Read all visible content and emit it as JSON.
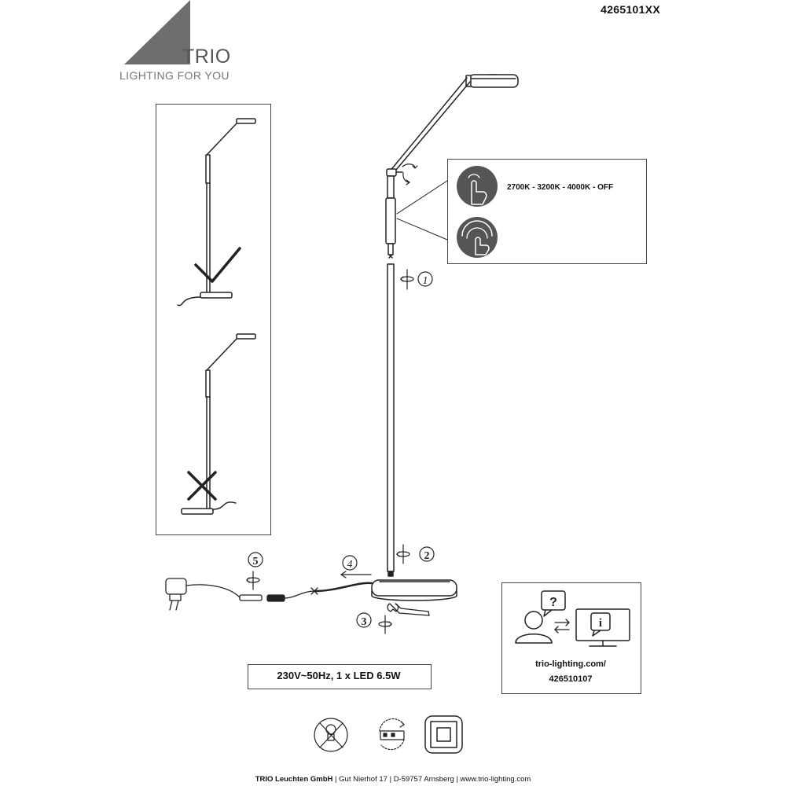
{
  "header": {
    "product_code": "4265101XX",
    "logo": {
      "name": "TRIO",
      "tagline": "LIGHTING FOR YOU"
    }
  },
  "control_panel": {
    "color_temperatures": "2700K - 3200K - 4000K - OFF",
    "icons": [
      "touch-tap-icon",
      "touch-swipe-dim-icon"
    ]
  },
  "assembly_steps": [
    "1",
    "2",
    "3",
    "4",
    "5"
  ],
  "specs": {
    "electrical": "230V~50Hz, 1 x LED 6.5W"
  },
  "info_box": {
    "url_line1": "trio-lighting.com/",
    "url_line2": "426510107"
  },
  "bottom_icons": [
    "led-not-replaceable-icon",
    "rotate-driver-icon",
    "double-insulation-icon"
  ],
  "footer": {
    "company": "TRIO Leuchten GmbH",
    "address": "Gut Nierhof 17",
    "city": "D-59757 Arnsberg",
    "website": "www.trio-lighting.com",
    "separator": "|"
  },
  "colors": {
    "logo_triangle": "#6e6e6e",
    "icon_circle": "#555555",
    "line": "#222222"
  }
}
